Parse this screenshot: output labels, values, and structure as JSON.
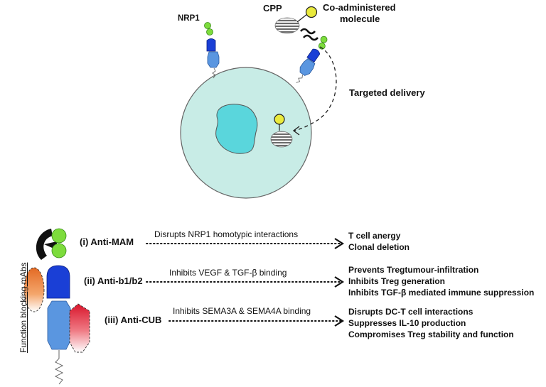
{
  "top": {
    "nrp1_label": "NRP1",
    "cpp_label": "CPP",
    "coadmin_label_line1": "Co-administered",
    "coadmin_label_line2": "molecule",
    "targeted_delivery_label": "Targeted delivery"
  },
  "bottom": {
    "side_label": "Function blocking mAbs",
    "rows": [
      {
        "antibody": "(i) Anti-MAM",
        "mechanism": "Disrupts NRP1 homotypic interactions",
        "effects": [
          "T cell anergy",
          "Clonal deletion"
        ]
      },
      {
        "antibody": "(ii) Anti-b1/b2",
        "mechanism": "Inhibits VEGF & TGF-β binding",
        "effects": [
          "Prevents Tregtumour-infiltration",
          "Inhibits Treg generation",
          "Inhibits TGF-β mediated immune suppression"
        ]
      },
      {
        "antibody": "(iii) Anti-CUB",
        "mechanism": "Inhibits SEMA3A & SEMA4A binding",
        "effects": [
          "Disrupts DC-T cell interactions",
          "Suppresses IL-10 production",
          "Compromises Treg stability and function"
        ]
      }
    ]
  },
  "colors": {
    "cell_fill": "#c8ece6",
    "nucleus_fill": "#5ad6dc",
    "green_domain": "#7ddc3c",
    "dark_blue_domain": "#1a3fd6",
    "light_blue_domain": "#5a96e0",
    "yellow_ball": "#eaea3c",
    "orange_antibody": "#e8843c",
    "red_antibody": "#e02c3c"
  },
  "icons": [
    "hatched-sphere-icon",
    "squiggle-icon",
    "arrow-icon"
  ]
}
